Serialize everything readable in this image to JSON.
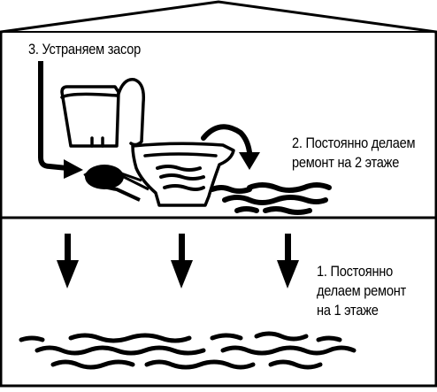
{
  "labels": {
    "step3": "3. Устраняем засор",
    "step2_line1": "2. Постоянно делаем",
    "step2_line2": "ремонт на 2 этаже",
    "step1_line1": "1. Постоянно",
    "step1_line2": "делаем ремонт",
    "step1_line3": "на 1 этаже"
  },
  "colors": {
    "ink": "#000000",
    "background": "#ffffff"
  },
  "icons": [
    "house-outline",
    "toilet-icon",
    "plunger-icon",
    "down-arrow-icon",
    "curved-arrow-icon",
    "water-wave-icon"
  ]
}
